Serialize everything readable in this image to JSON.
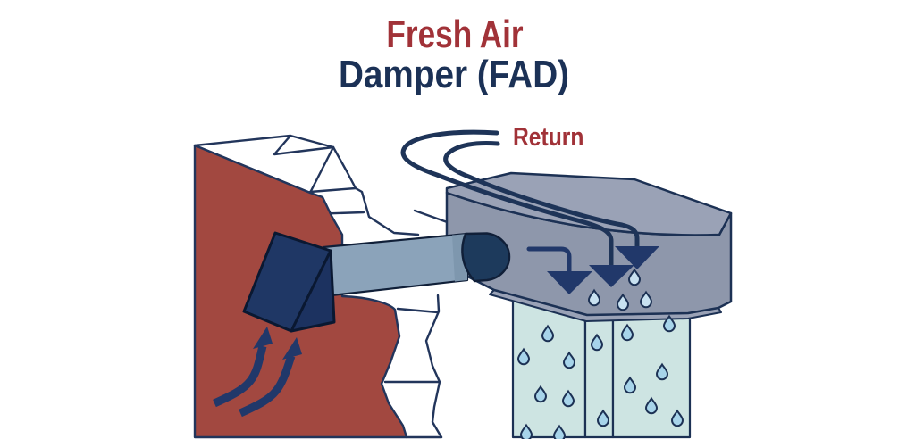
{
  "title": {
    "line1": "Fresh Air",
    "line2": "Damper (FAD)"
  },
  "labels": {
    "return": "Return"
  },
  "colors": {
    "title_red": "#A13238",
    "title_navy": "#1B3156",
    "wall_red": "#A24840",
    "navy_outline": "#22355B",
    "damper_navy": "#1F3765",
    "damper_navy_dark": "#1C3260",
    "duct_blue": "#8BA3BA",
    "duct_cap_navy": "#1D3A5C",
    "unit_top_gray": "#9AA2B6",
    "unit_front_gray": "#8E97AB",
    "panel_blue": "#CDE4E2",
    "droplet_blue": "#A7D4EA",
    "droplet_light": "#C8E1F0",
    "arrow_navy": "#21386A",
    "background": "#FFFFFF"
  },
  "icons": {
    "water_droplet": "teardrop-shape",
    "return_airflow": "curved-navy-arrow",
    "fresh_air_flow": "curved-up-arrow",
    "down_arrow": "triangle-arrowhead"
  }
}
